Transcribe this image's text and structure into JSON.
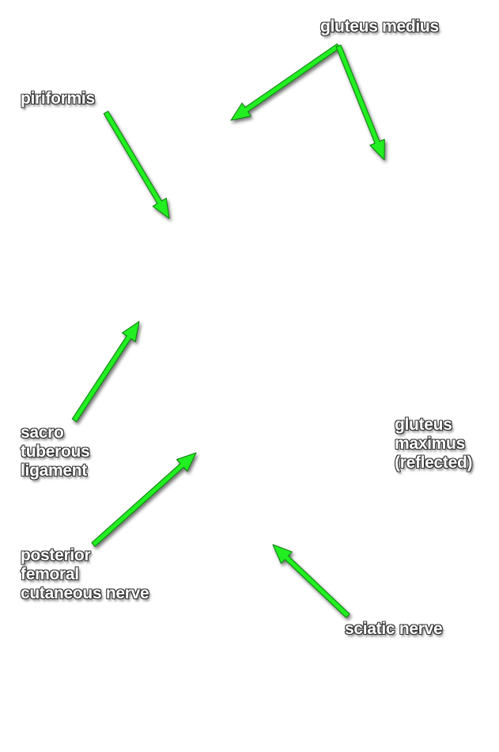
{
  "labels": {
    "gluteus_medius": "gluteus medius",
    "piriformis": "piriformis",
    "sacrotuberous": [
      "sacro",
      "tuberous",
      "ligament"
    ],
    "gluteus_maximus": [
      "gluteus",
      "maximus",
      "(reflected)"
    ],
    "posterior_femoral": [
      "posterior",
      "femoral",
      "cutaneous nerve"
    ],
    "sciatic_nerve": "sciatic nerve"
  },
  "colors": {
    "arrow_fill": "#22ee22",
    "arrow_stroke": "#0a7a0a",
    "label_text": "#ffffff",
    "label_outline": "#333333",
    "background": "#ffffff"
  }
}
